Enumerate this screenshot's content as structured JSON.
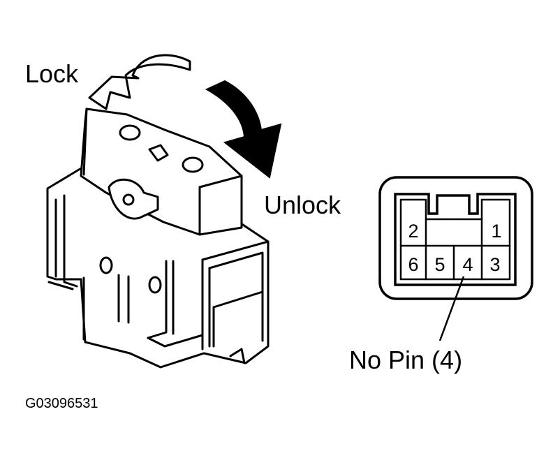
{
  "labels": {
    "lock": "Lock",
    "unlock": "Unlock",
    "no_pin": "No Pin (4)",
    "figure_code": "G03096531"
  },
  "connector": {
    "top_row": [
      "2",
      "1"
    ],
    "bottom_row": [
      "6",
      "5",
      "4",
      "3"
    ]
  }
}
